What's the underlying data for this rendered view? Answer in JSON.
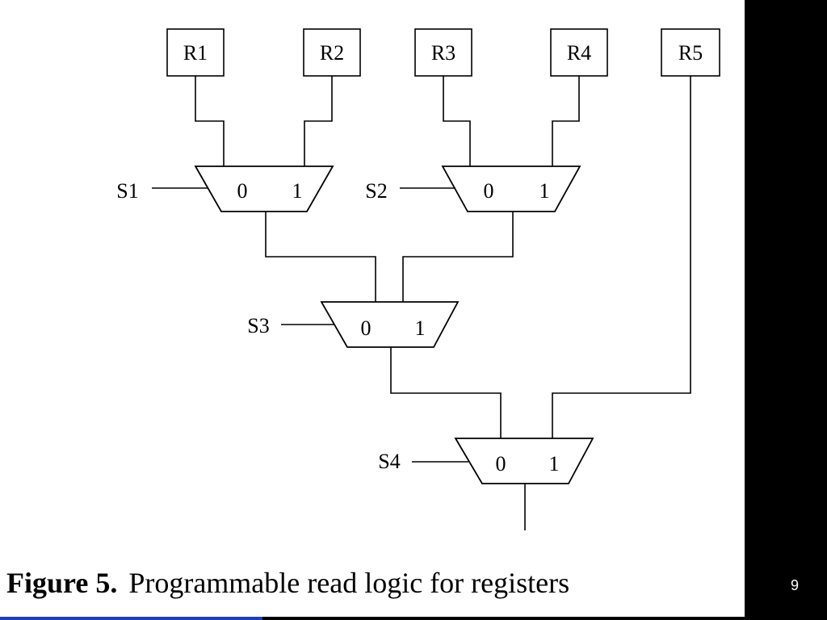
{
  "registers": [
    "R1",
    "R2",
    "R3",
    "R4",
    "R5"
  ],
  "selects": [
    "S1",
    "S2",
    "S3",
    "S4"
  ],
  "mux_inputs": [
    "0",
    "1"
  ],
  "caption": {
    "number": "Figure 5.",
    "text": "Programmable read logic for registers"
  },
  "slide_number": "9",
  "colors": {
    "background": "#000000",
    "slide": "#ffffff",
    "accent": "#1f3fb8"
  }
}
